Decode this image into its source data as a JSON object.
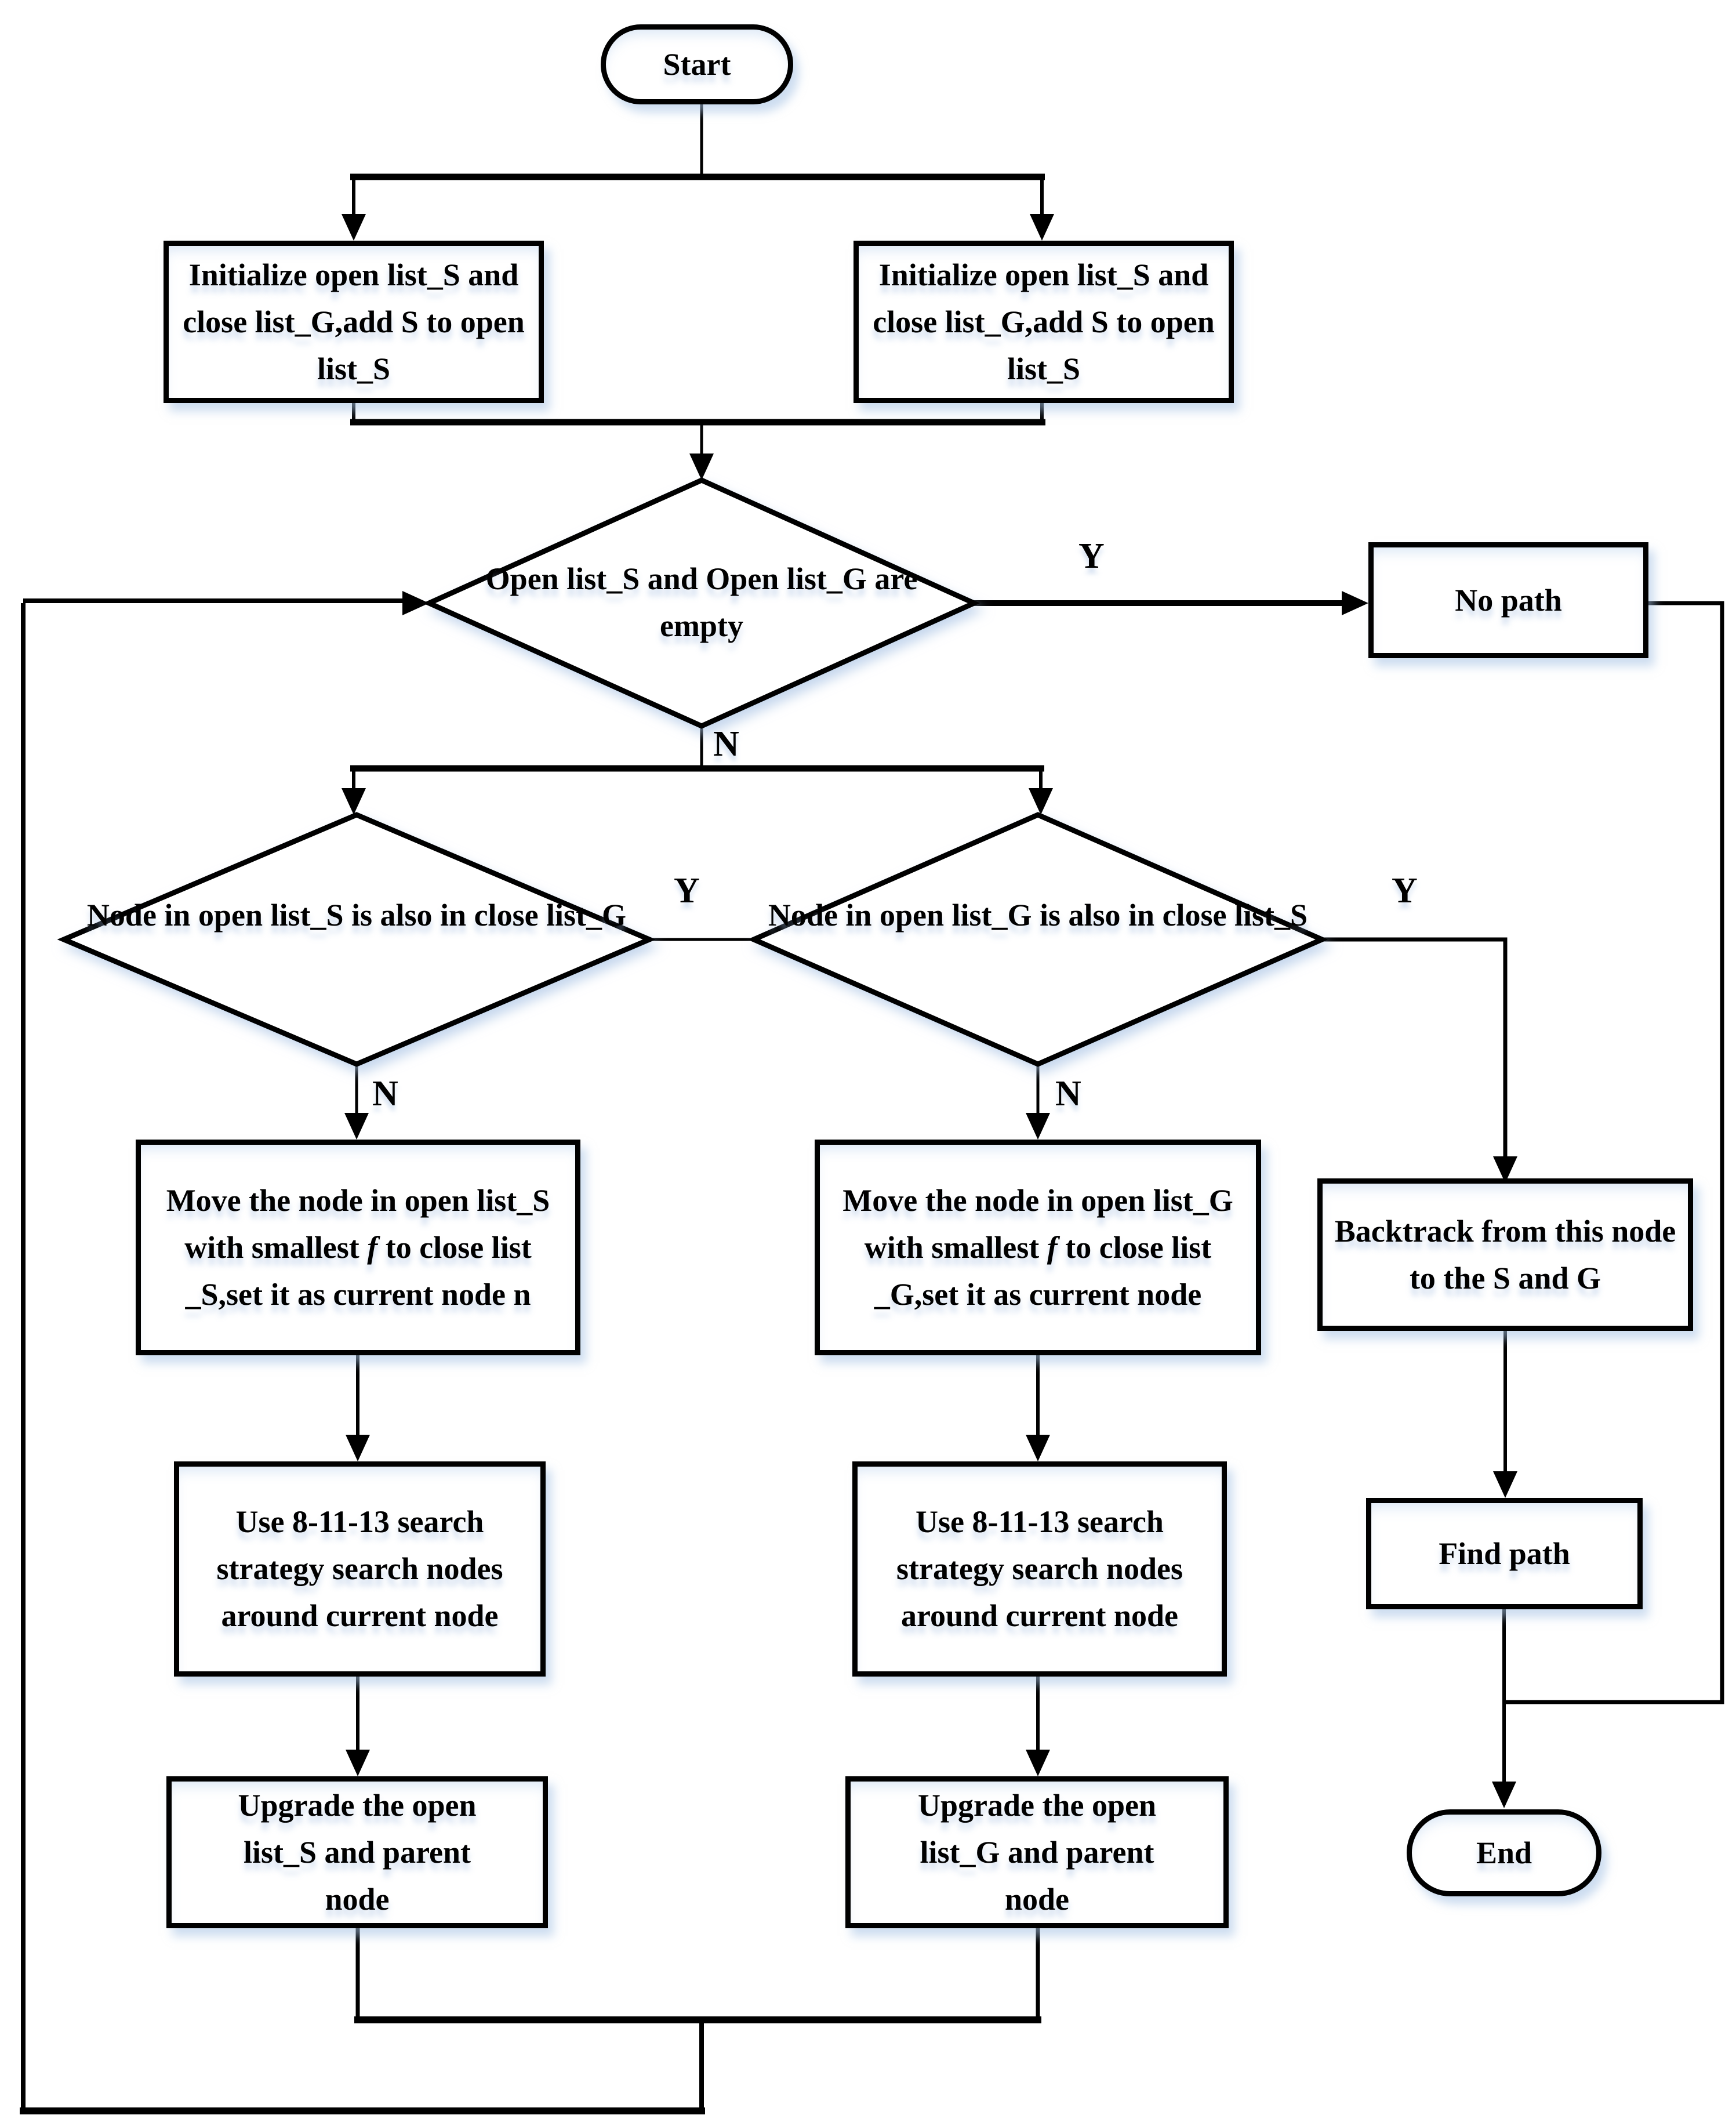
{
  "flowchart": {
    "nodes": {
      "start": "Start",
      "init_left": "Initialize open list_S and close list_G,add S to open list_S",
      "init_right": "Initialize open list_S and close list_G,add S to open list_S",
      "decision_empty": "Open list_S and Open list_G are empty",
      "no_path": "No path",
      "decision_left": "Node in open list_S is also in close list_G",
      "decision_right": "Node in open list_G is also in close list_S",
      "move_left": {
        "pre": "Move the node in open list_S with smallest ",
        "f": "f",
        "post": " to close list _S,set it as current node n"
      },
      "move_right": {
        "pre": "Move the node in open list_G with smallest ",
        "f": "f",
        "post": " to close list _G,set it as current node"
      },
      "backtrack": "Backtrack from this node to the S and G",
      "search_left": "Use 8-11-13 search strategy search nodes around current node",
      "search_right": "Use 8-11-13 search strategy search nodes around current node",
      "find_path": "Find path",
      "upgrade_left": "Upgrade the open list_S and parent node",
      "upgrade_right": "Upgrade the open list_G and parent node",
      "end": "End"
    },
    "edge_labels": {
      "empty_yes": "Y",
      "empty_no": "N",
      "left_yes": "Y",
      "left_no": "N",
      "right_yes": "Y",
      "right_no": "N"
    },
    "colors": {
      "stroke": "#000000",
      "fill": "#ffffff",
      "glow": "#a8c2e4"
    }
  }
}
